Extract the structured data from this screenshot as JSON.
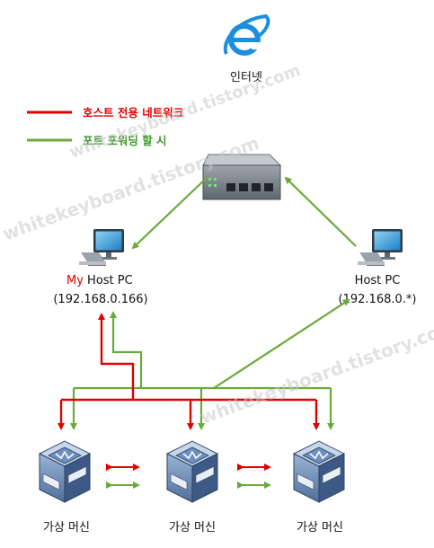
{
  "internet": {
    "label": "인터넷"
  },
  "legend": {
    "host_only": {
      "label": "호스트 전용 네트워크",
      "color": "#e00000"
    },
    "port_forwarding": {
      "label": "포트 포워딩 할 시",
      "color": "#6aaa3a"
    }
  },
  "switch_icon": "network-switch-icon",
  "my_host": {
    "prefix": "My",
    "name": " Host PC",
    "ip": "(192.168.0.166)"
  },
  "other_host": {
    "name": "Host PC",
    "ip": "(192.168.0.*)"
  },
  "vms": [
    {
      "label": "가상 머신"
    },
    {
      "label": "가상 머신"
    },
    {
      "label": "가상 머신"
    }
  ],
  "watermarks": [
    {
      "text": "whitekeyboard.tistory.com"
    },
    {
      "text": "whitekeyboard.tistory.com"
    },
    {
      "text": "whitekeyboard.tistory.com"
    }
  ]
}
